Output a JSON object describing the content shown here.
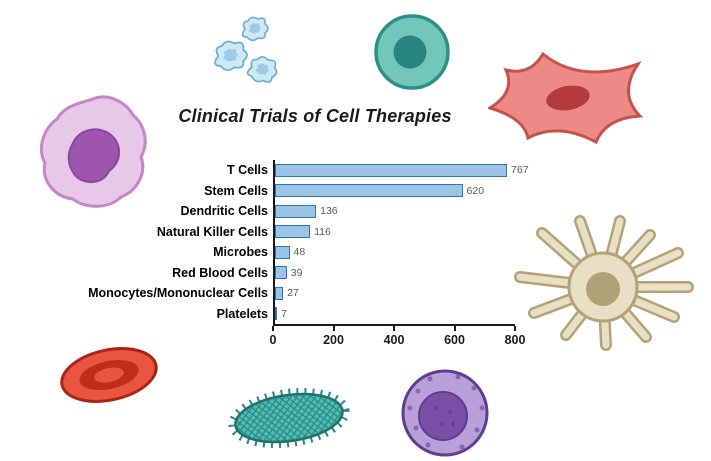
{
  "chart_data": {
    "type": "bar",
    "orientation": "horizontal",
    "title": "Clinical Trials of Cell Therapies",
    "categories": [
      "T Cells",
      "Stem Cells",
      "Dendritic Cells",
      "Natural Killer Cells",
      "Microbes",
      "Red Blood Cells",
      "Monocytes/Mononuclear Cells",
      "Platelets"
    ],
    "values": [
      767,
      620,
      136,
      116,
      48,
      39,
      27,
      7
    ],
    "xlabel": "",
    "ylabel": "",
    "xlim": [
      0,
      800
    ],
    "xticks": [
      0,
      200,
      400,
      600,
      800
    ],
    "grid": false,
    "legend": false,
    "bar_fill": "#9DC3E6",
    "bar_border": "#2E75B6",
    "value_label_color": "#595959",
    "axis_color": "#1a1a1a"
  },
  "illustrations": [
    {
      "name": "platelets-icon",
      "color": "#cfe8f5"
    },
    {
      "name": "stem-cell-icon",
      "color": "#73c6ba"
    },
    {
      "name": "fibroblast-cell-icon",
      "color": "#ee8a86"
    },
    {
      "name": "monocyte-cell-icon",
      "color": "#e7c8e8"
    },
    {
      "name": "dendritic-cell-icon",
      "color": "#e8dfc4"
    },
    {
      "name": "red-blood-cell-icon",
      "color": "#ea5843"
    },
    {
      "name": "microbe-icon",
      "color": "#52bdb4"
    },
    {
      "name": "lymphocyte-cell-icon",
      "color": "#b9a0d8"
    }
  ]
}
